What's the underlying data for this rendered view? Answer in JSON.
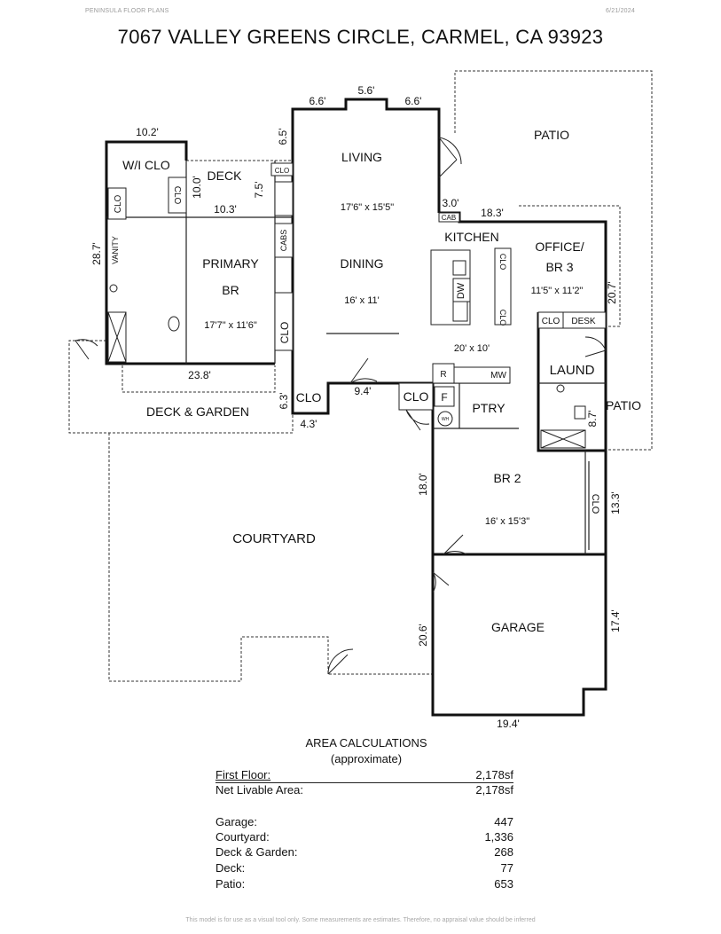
{
  "header": {
    "brand": "PENINSULA FLOOR PLANS",
    "date": "6/21/2024",
    "title": "7067 VALLEY GREENS CIRCLE, CARMEL, CA  93923"
  },
  "rooms": {
    "patio_top": "PATIO",
    "living": "LIVING",
    "living_dim": "17'6\" x 15'5\"",
    "kitchen": "KITCHEN",
    "dining": "DINING",
    "dining_dim": "16' x 11'",
    "kitchen_dim": "20' x 10'",
    "wi_clo": "W/I CLO",
    "deck": "DECK",
    "primary_1": "PRIMARY",
    "primary_2": "BR",
    "primary_dim": "17'7\" x 11'6\"",
    "office_1": "OFFICE/",
    "office_2": "BR 3",
    "office_dim": "11'5\" x 11'2\"",
    "laund": "LAUND",
    "patio_right": "PATIO",
    "clo_bottom": "CLO",
    "clo_hall": "CLO",
    "ptry": "PTRY",
    "deck_garden": "DECK & GARDEN",
    "courtyard": "COURTYARD",
    "br2": "BR 2",
    "br2_dim": "16' x 15'3\"",
    "garage": "GARAGE"
  },
  "small_labels": {
    "clo_wi": "CLO",
    "clo_deck": "CLO",
    "clo_living": "CLO",
    "cabs": "CABS",
    "clo_primary": "CLO",
    "vanity": "VANITY",
    "cab": "CAB",
    "clo_office_top": "CLO",
    "clo_office_bot": "CLO",
    "dw": "DW",
    "clo_laund": "CLO",
    "desk": "DESK",
    "r": "R",
    "mw": "MW",
    "f": "F",
    "wh": "WH",
    "clo_br2": "CLO"
  },
  "dims": {
    "d_66a": "6.6'",
    "d_56": "5.6'",
    "d_66b": "6.6'",
    "d_65": "6.5'",
    "d_102": "10.2'",
    "d_100": "10.0'",
    "d_75": "7.5'",
    "d_103": "10.3'",
    "d_30": "3.0'",
    "d_183": "18.3'",
    "d_287": "28.7'",
    "d_207": "20.7'",
    "d_238": "23.8'",
    "d_94": "9.4'",
    "d_63": "6.3'",
    "d_43": "4.3'",
    "d_87": "8.7'",
    "d_180": "18.0'",
    "d_133": "13.3'",
    "d_206": "20.6'",
    "d_174": "17.4'",
    "d_194": "19.4'"
  },
  "area": {
    "title": "AREA CALCULATIONS",
    "subtitle": "(approximate)",
    "rows": [
      {
        "label": "First  Floor:",
        "value": "2,178sf"
      },
      {
        "label": "Net Livable Area:",
        "value": "2,178sf"
      },
      {
        "label": "Garage:",
        "value": "447"
      },
      {
        "label": "Courtyard:",
        "value": "1,336"
      },
      {
        "label": "Deck & Garden:",
        "value": "268"
      },
      {
        "label": "Deck:",
        "value": "77"
      },
      {
        "label": "Patio:",
        "value": "653"
      }
    ]
  },
  "footer": "This model is for use as a visual tool only. Some measurements are estimates. Therefore, no appraisal value should be inferred"
}
